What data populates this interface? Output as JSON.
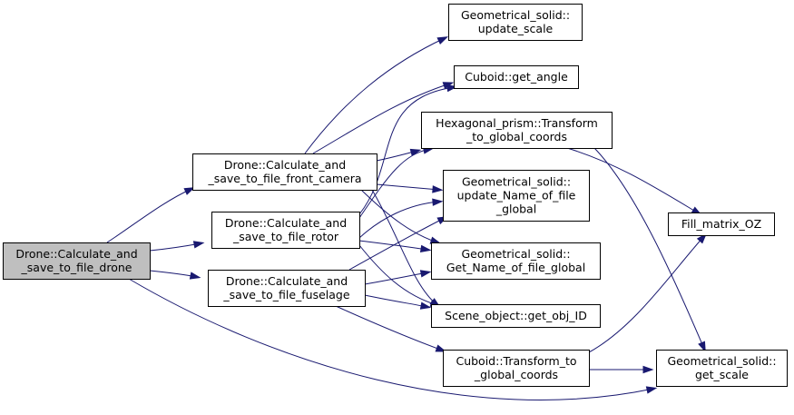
{
  "nodes": {
    "root": [
      "Drone::Calculate_and",
      "_save_to_file_drone"
    ],
    "front_camera": [
      "Drone::Calculate_and",
      "_save_to_file_front_camera"
    ],
    "rotor": [
      "Drone::Calculate_and",
      "_save_to_file_rotor"
    ],
    "fuselage": [
      "Drone::Calculate_and",
      "_save_to_file_fuselage"
    ],
    "update_scale": [
      "Geometrical_solid::",
      "update_scale"
    ],
    "get_angle": [
      "Cuboid::get_angle"
    ],
    "hex_transform": [
      "Hexagonal_prism::Transform",
      "_to_global_coords"
    ],
    "update_name": [
      "Geometrical_solid::",
      "update_Name_of_file",
      "_global"
    ],
    "get_name": [
      "Geometrical_solid::",
      "Get_Name_of_file_global"
    ],
    "get_obj_id": [
      "Scene_object::get_obj_ID"
    ],
    "cuboid_transform": [
      "Cuboid::Transform_to",
      "_global_coords"
    ],
    "fill_matrix": [
      "Fill_matrix_OZ"
    ],
    "get_scale": [
      "Geometrical_solid::",
      "get_scale"
    ]
  },
  "colors": {
    "edge": "#191970",
    "root_fill": "#bfbfbf",
    "node_fill": "#ffffff",
    "node_border": "#000000"
  }
}
